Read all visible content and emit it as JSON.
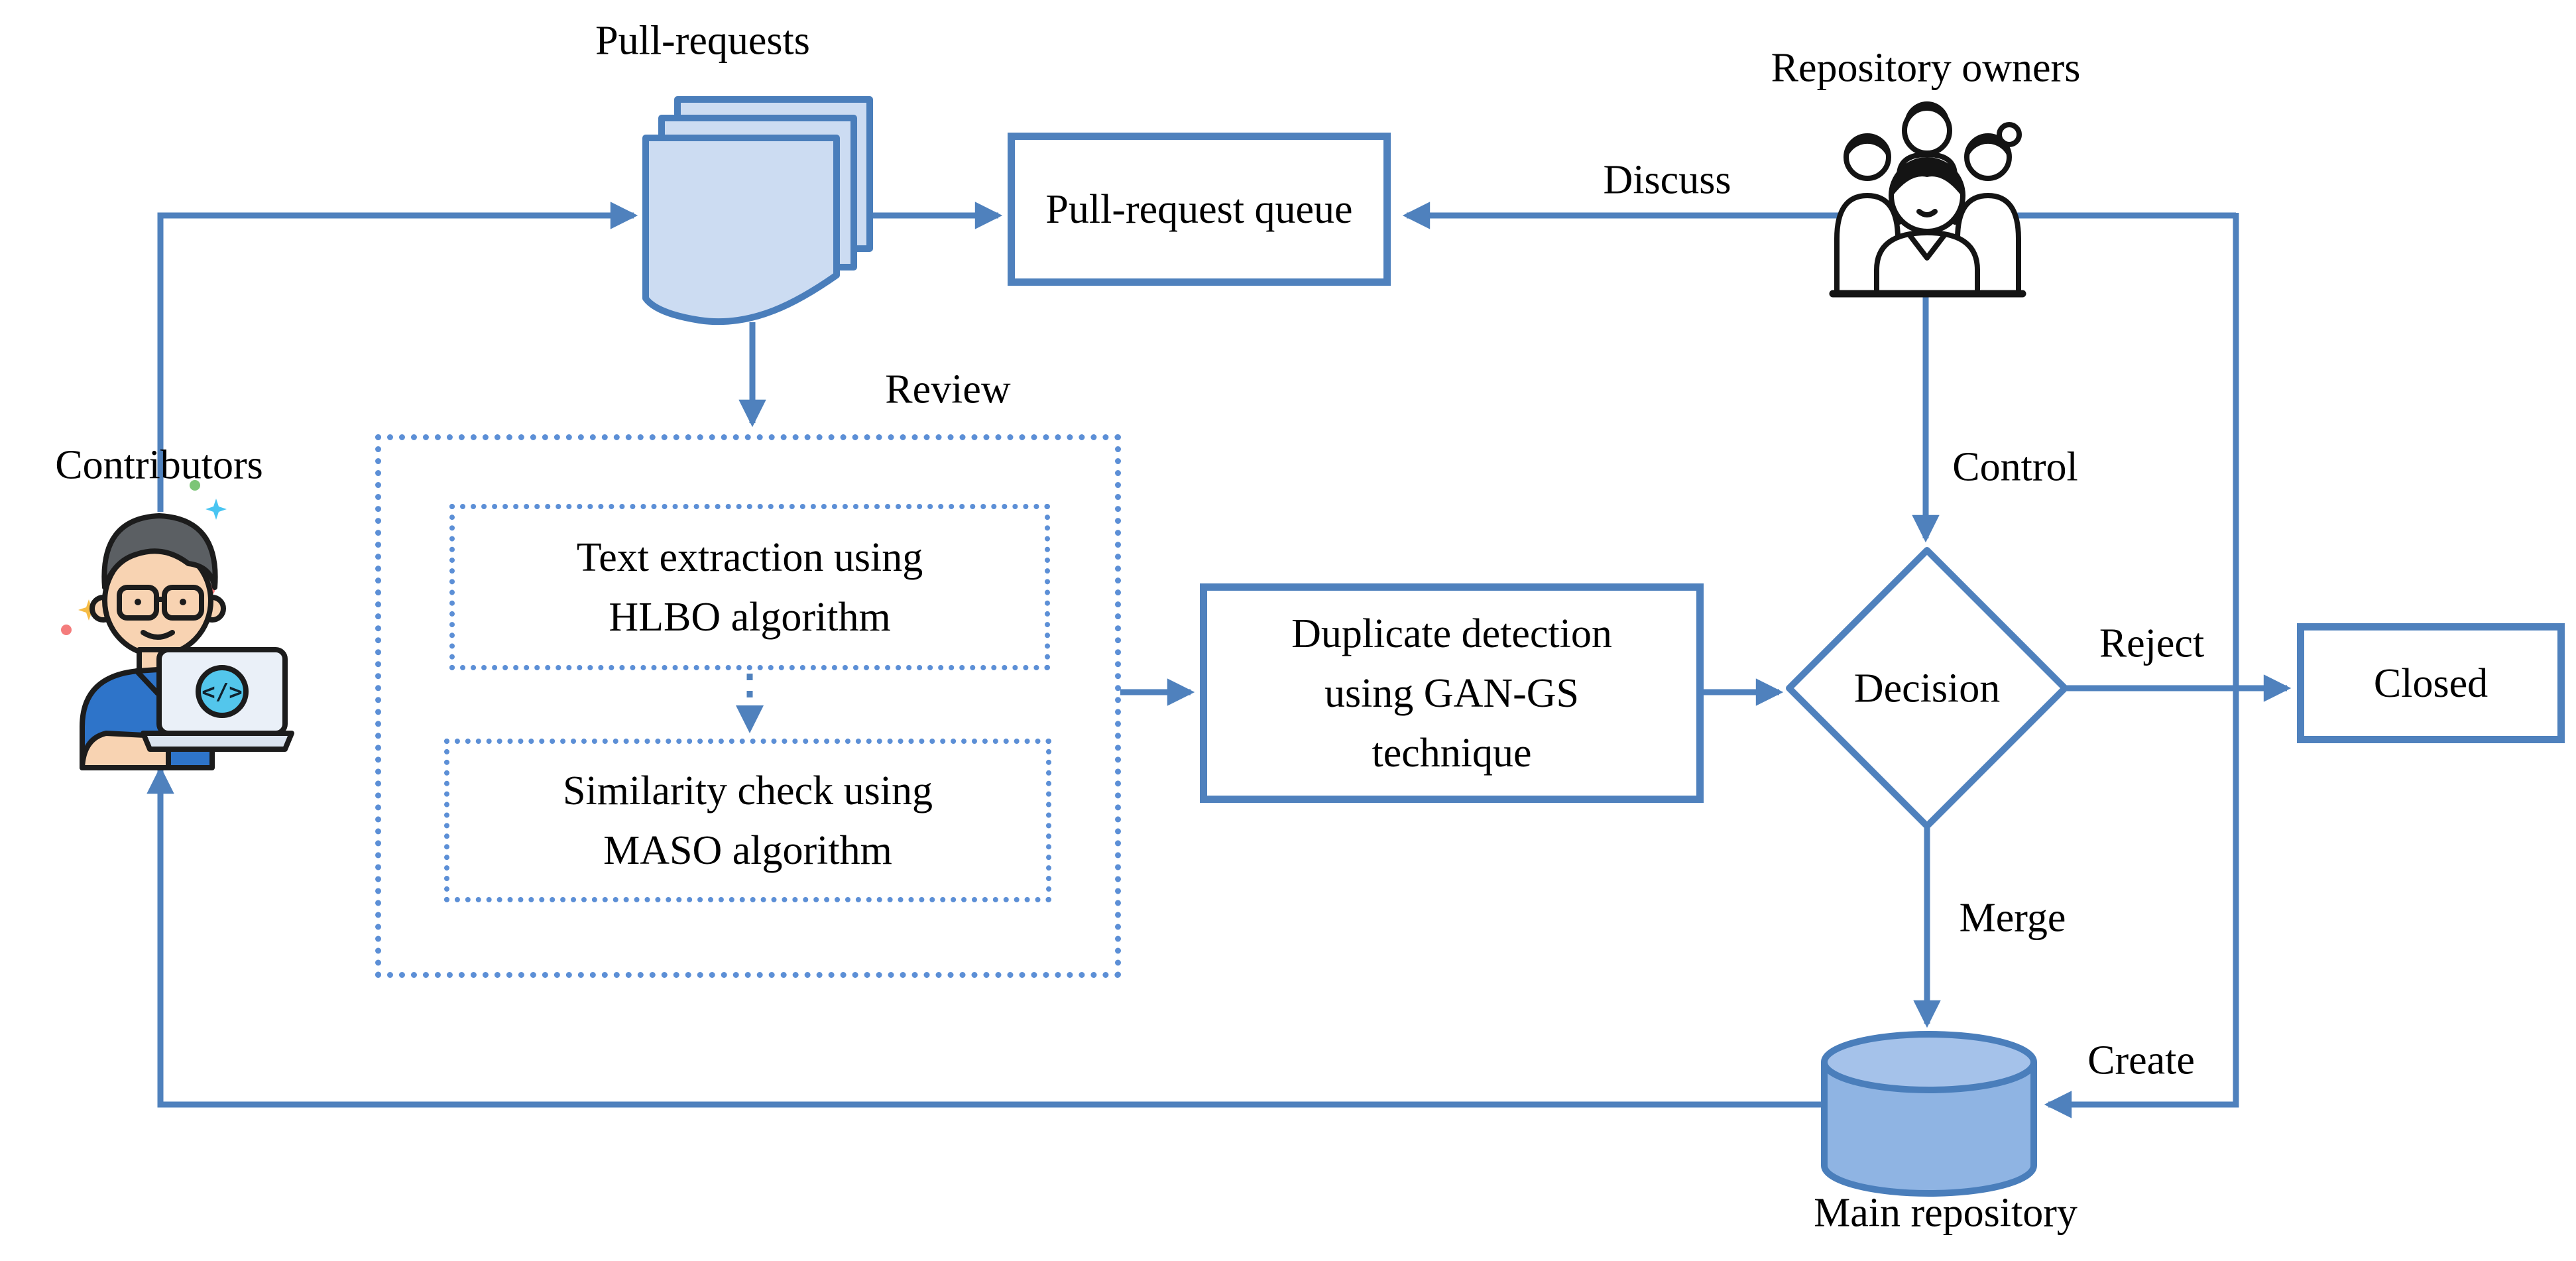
{
  "diagram": {
    "labels": {
      "pull_requests": "Pull-requests",
      "repository_owners": "Repository owners",
      "contributors": "Contributors",
      "discuss": "Discuss",
      "control": "Control",
      "review": "Review",
      "reject": "Reject",
      "merge": "Merge",
      "create": "Create",
      "main_repository": "Main repository"
    },
    "nodes": {
      "pull_request_queue": {
        "label": "Pull-request queue"
      },
      "text_extraction": {
        "lines": [
          "Text extraction using",
          "HLBO algorithm"
        ]
      },
      "similarity_check": {
        "lines": [
          "Similarity check using",
          "MASO algorithm"
        ]
      },
      "duplicate_detection": {
        "lines": [
          "Duplicate detection",
          "using GAN-GS",
          "technique"
        ]
      },
      "decision": {
        "label": "Decision"
      },
      "closed": {
        "label": "Closed"
      },
      "laptop_code_glyph": "</>"
    },
    "icons": {
      "documents": "pull-requests-documents-icon",
      "owners": "repository-owners-group-icon",
      "contributor": "contributor-person-laptop-icon",
      "database": "main-repository-database-icon"
    },
    "colors": {
      "line": "#4f81bd",
      "dotted_border": "#5c8fd6",
      "box_border": "#4f81bd",
      "page_fill": "#ccdcf2",
      "cylinder_fill": "#8fb4e3",
      "cylinder_top": "#a5c2ea",
      "text": "#000000"
    }
  }
}
